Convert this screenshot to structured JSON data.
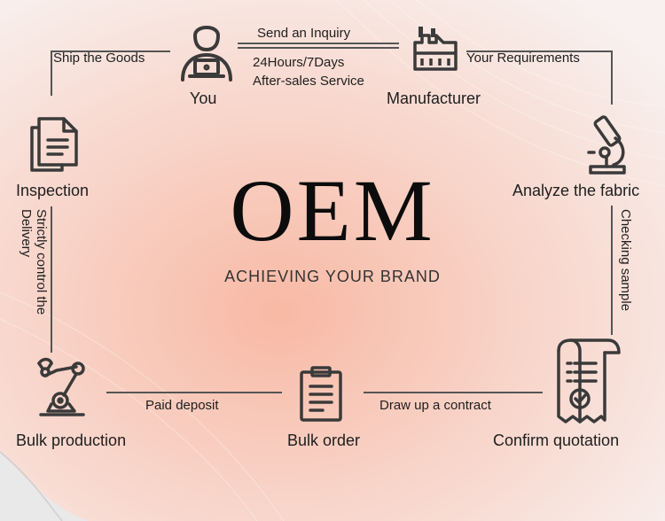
{
  "title": "OEM",
  "subtitle": "ACHIEVING YOUR BRAND",
  "nodes": {
    "you": "You",
    "manufacturer": "Manufacturer",
    "analyze": "Analyze the fabric",
    "confirm": "Confirm quotation",
    "bulk_order": "Bulk order",
    "bulk_production": "Bulk production",
    "inspection": "Inspection"
  },
  "edges": {
    "send_inquiry": "Send an Inquiry",
    "hours": "24Hours/7Days",
    "after_sales": "After-sales Service",
    "your_requirements": "Your Requirements",
    "checking_sample": "Checking sample",
    "draw_contract": "Draw up a contract",
    "paid_deposit": "Paid deposit",
    "strictly_line1": "Strictly control the",
    "strictly_line2": "Delivery",
    "ship_goods": "Ship the Goods"
  },
  "colors": {
    "background_center": "#f7c2b0",
    "background_edge": "#f8f0ee",
    "line": "#555555",
    "icon": "#3a3a3a"
  }
}
